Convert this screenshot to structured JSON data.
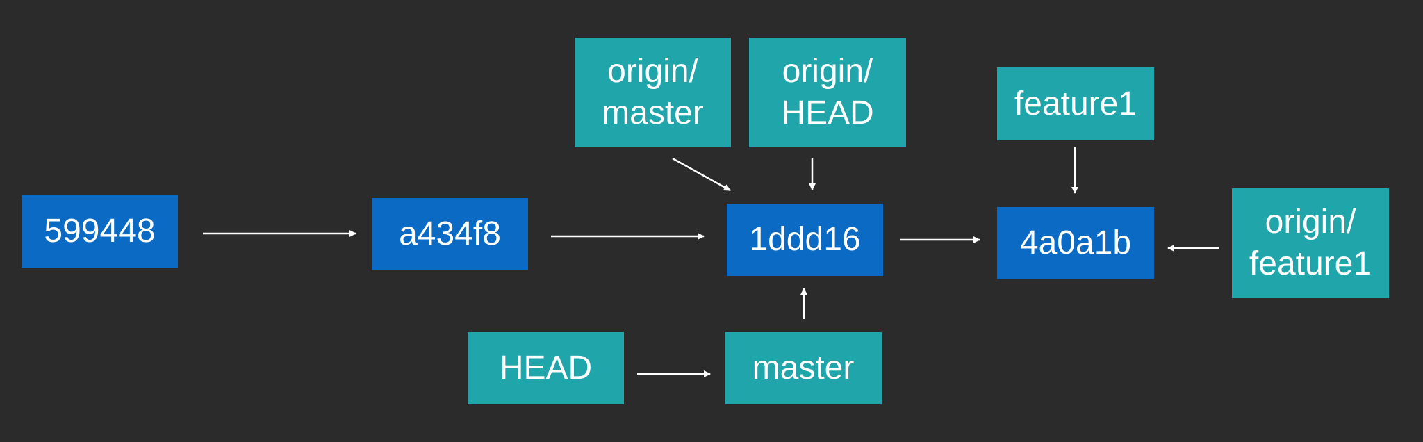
{
  "commits": {
    "c1": "599448",
    "c2": "a434f8",
    "c3": "1ddd16",
    "c4": "4a0a1b"
  },
  "refs": {
    "origin_master": "origin/\nmaster",
    "origin_head": "origin/\nHEAD",
    "feature1": "feature1",
    "origin_feature1": "origin/\nfeature1",
    "head": "HEAD",
    "master": "master"
  },
  "colors": {
    "background": "#2b2b2b",
    "commit_fill": "#0b6bc4",
    "ref_fill": "#20a5aa",
    "text": "#ffffff",
    "arrow": "#ffffff"
  }
}
